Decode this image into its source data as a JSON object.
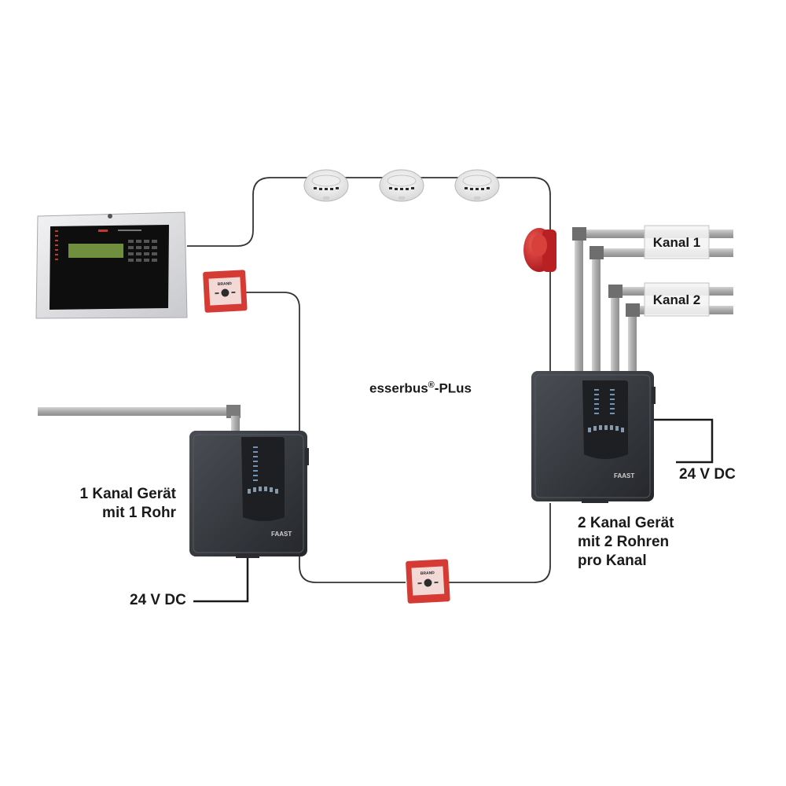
{
  "bus_label_main": "esserbus",
  "bus_label_mark": "®",
  "bus_label_suffix": "-PLus",
  "device_left": {
    "line1": "1 Kanal Gerät",
    "line2": "mit 1 Rohr",
    "power": "24 V DC",
    "brand": "FAAST"
  },
  "device_right": {
    "line1": "2 Kanal Gerät",
    "line2": "mit 2 Rohren",
    "line3": "pro Kanal",
    "power": "24 V DC",
    "brand": "FAAST"
  },
  "channels": [
    "Kanal 1",
    "Kanal 2"
  ],
  "call_point_text": "BRAND",
  "colors": {
    "bus_line": "#333333",
    "pipe": "#b9b9b9",
    "device_body": "#3a3d42",
    "call_point": "#d63a34",
    "sounder": "#c8262a",
    "panel_frame": "#dcdde0"
  }
}
